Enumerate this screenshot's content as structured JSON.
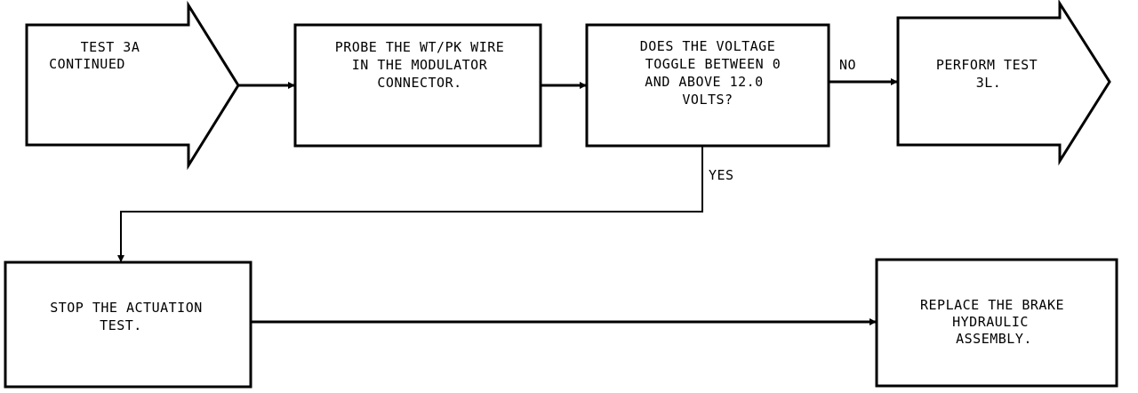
{
  "start": {
    "lines": [
      "TEST 3A",
      "CONTINUED"
    ]
  },
  "probe": {
    "lines": [
      "PROBE THE WT/PK WIRE",
      "IN THE MODULATOR",
      "CONNECTOR."
    ]
  },
  "decision": {
    "lines": [
      "DOES THE VOLTAGE",
      "TOGGLE BETWEEN 0",
      "AND ABOVE 12.0",
      "VOLTS?"
    ]
  },
  "no_label": "NO",
  "yes_label": "YES",
  "perform": {
    "lines": [
      "PERFORM TEST",
      "3L."
    ]
  },
  "stop": {
    "lines": [
      "STOP THE ACTUATION",
      "TEST."
    ]
  },
  "replace": {
    "lines": [
      "REPLACE THE BRAKE",
      "HYDRAULIC",
      "ASSEMBLY."
    ]
  }
}
